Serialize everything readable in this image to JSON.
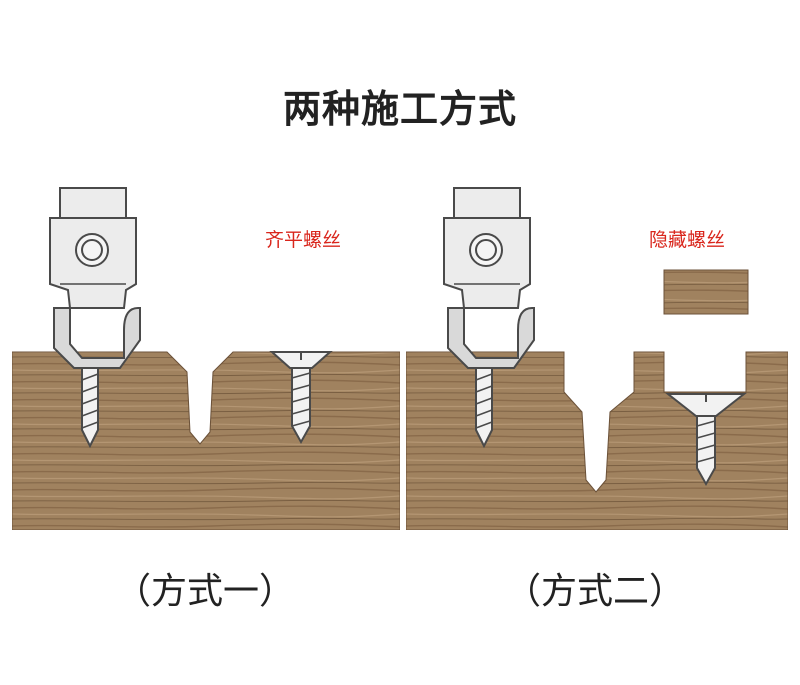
{
  "title": "两种施工方式",
  "methods": [
    {
      "caption": "（方式一）",
      "annotation": "齐平螺丝"
    },
    {
      "caption": "（方式二）",
      "annotation": "隐藏螺丝"
    }
  ],
  "colors": {
    "wood": "#a0825f",
    "wood_grain": "#7a5f42",
    "steel_fill": "#ececec",
    "steel_stroke": "#4a4a4a",
    "annotation": "#d9261c",
    "text": "#222222"
  }
}
